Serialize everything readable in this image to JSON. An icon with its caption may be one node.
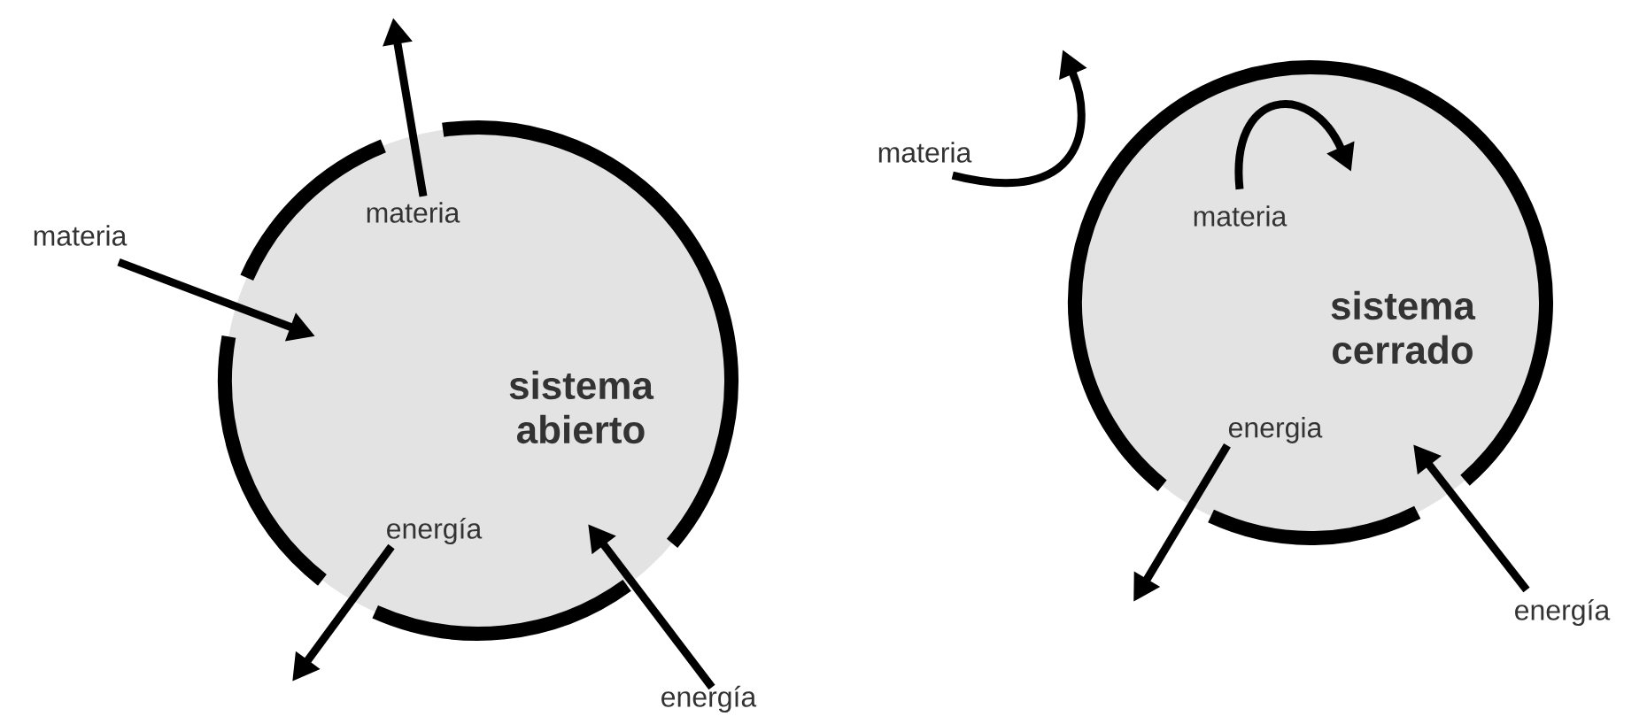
{
  "diagram": {
    "nodes": [
      {
        "text": [
          "sistema abierto"
        ]
      },
      {
        "text": [
          "materia"
        ]
      },
      {
        "text": [
          "materia"
        ],
        "in": 0
      },
      {
        "text": [
          "energía"
        ],
        "in": 0
      },
      {
        "text": [
          "energía"
        ]
      },
      {
        "text": [
          "sistema cerrado"
        ]
      },
      {
        "text": [
          "materia"
        ]
      },
      {
        "text": [
          "materia"
        ],
        "in": 5
      },
      {
        "text": [
          "energia"
        ],
        "in": 5
      },
      {
        "text": [
          "energía"
        ]
      }
    ],
    "edges": [
      {
        "from": 1,
        "to": 0,
        "arrow": "to"
      },
      {
        "from": 2,
        "to": null,
        "arrow": "to"
      },
      {
        "from": 3,
        "to": null,
        "arrow": "to"
      },
      {
        "from": 4,
        "to": 0,
        "arrow": "to"
      },
      {
        "from": 6,
        "to": null,
        "arrow": "to"
      },
      {
        "from": 7,
        "to": null,
        "arrow": "to"
      },
      {
        "from": 8,
        "to": null,
        "arrow": "to"
      },
      {
        "from": 9,
        "to": 5,
        "arrow": "to"
      }
    ]
  }
}
